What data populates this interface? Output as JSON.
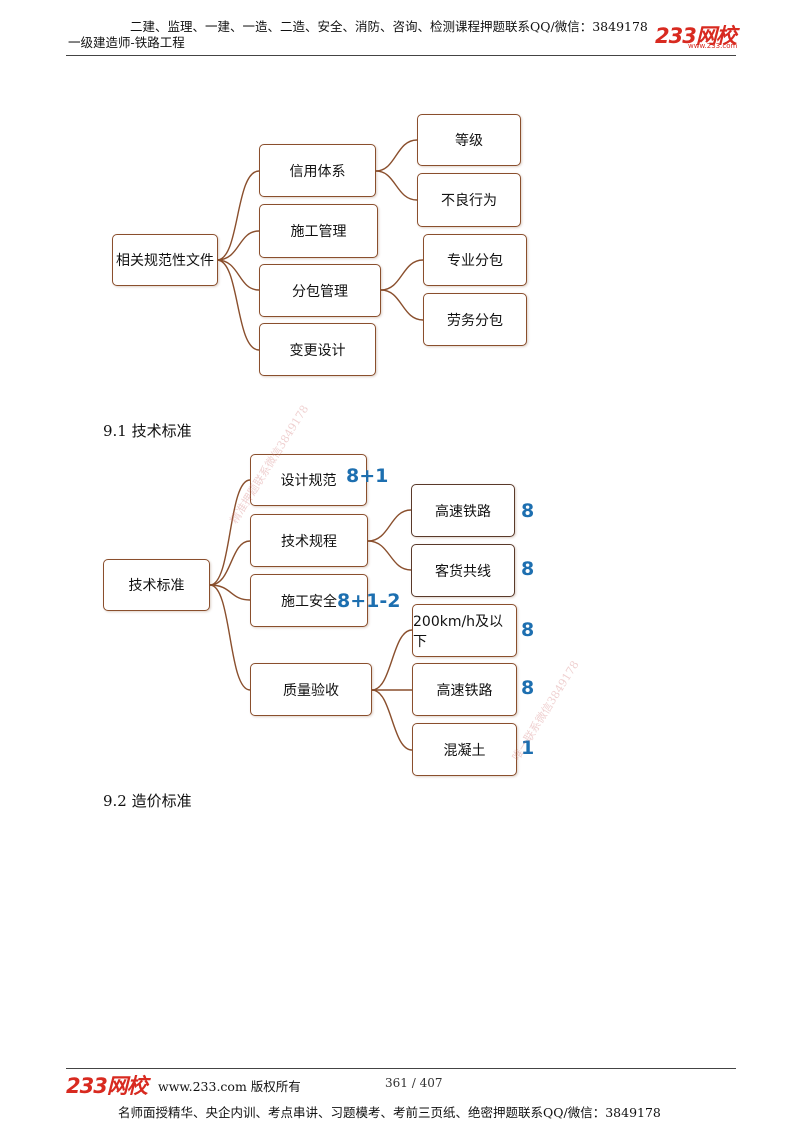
{
  "header": {
    "promo": "二建、监理、一建、一造、二造、安全、消防、咨询、检测课程押题联系QQ/微信：3849178",
    "subject": "一级建造师-铁路工程",
    "logo_num": "233",
    "logo_cn": "网校",
    "logo_sub": "www.233.com"
  },
  "diagram1": {
    "root": "相关规范性文件",
    "branches": [
      "信用体系",
      "施工管理",
      "分包管理",
      "变更设计"
    ],
    "credit_children": [
      "等级",
      "不良行为"
    ],
    "subcontract_children": [
      "专业分包",
      "劳务分包"
    ]
  },
  "section_9_1": {
    "heading": "9.1  技术标准"
  },
  "diagram2": {
    "root": "技术标准",
    "branches": [
      "设计规范",
      "技术规程",
      "施工安全",
      "质量验收"
    ],
    "procedure_children": [
      "高速铁路",
      "客货共线"
    ],
    "acceptance_children": [
      "200km/h及以下",
      "高速铁路",
      "混凝土"
    ],
    "scores": {
      "design": "8+1",
      "safety": "8+1-2",
      "hsr": "8",
      "mixed": "8",
      "below200": "8",
      "hsr2": "8",
      "concrete": "1"
    }
  },
  "section_9_2": {
    "heading": "9.2  造价标准"
  },
  "watermark": {
    "text1": "精准押题联系微信3849178",
    "text2": "唯一联系微信3849178"
  },
  "footer": {
    "logo_num": "233",
    "logo_cn": "网校",
    "site": "www.233.com  版权所有",
    "page": "361 / 407",
    "promo": "名师面授精华、央企内训、考点串讲、习题模考、考前三页纸、绝密押题联系QQ/微信：3849178"
  }
}
